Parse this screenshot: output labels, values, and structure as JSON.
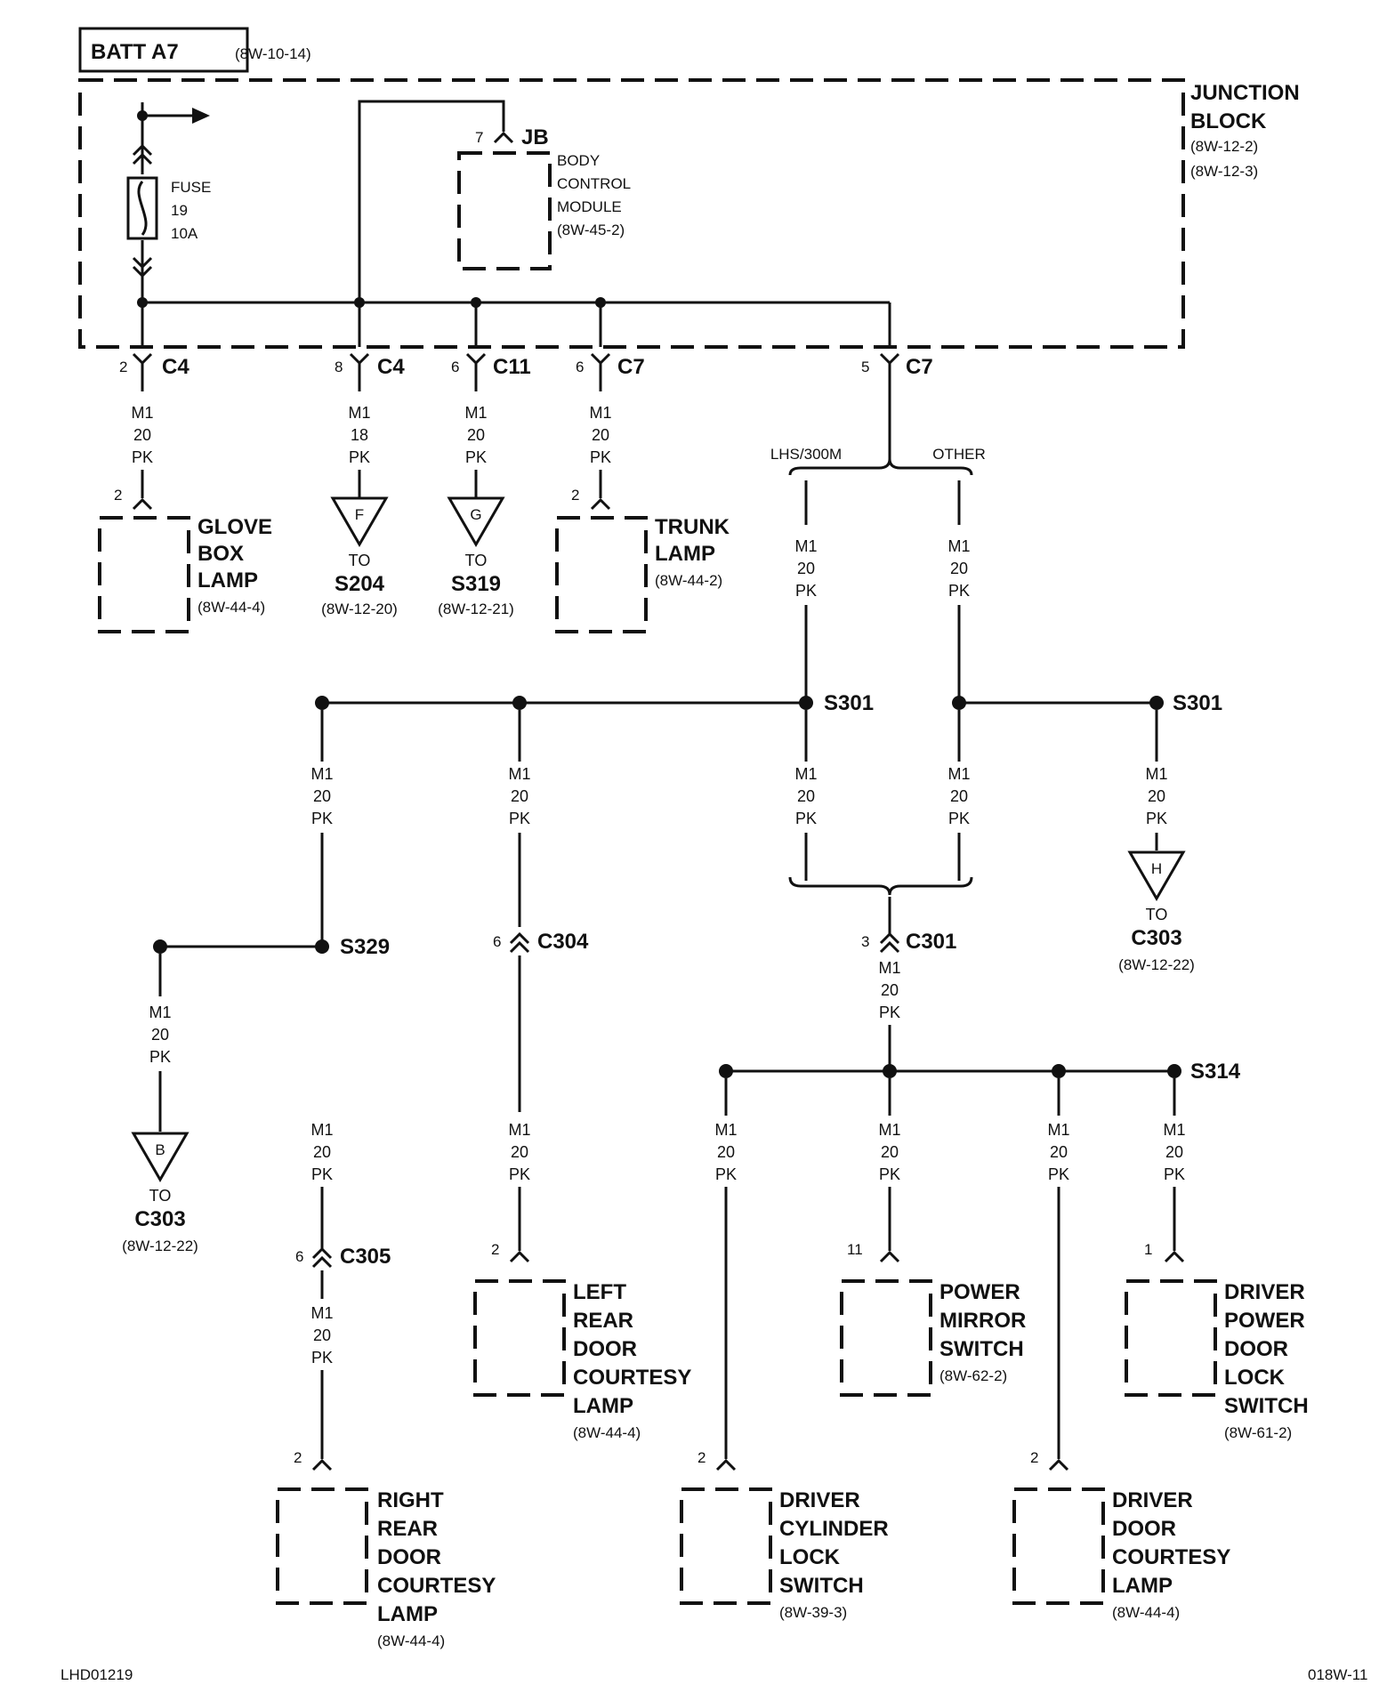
{
  "header": {
    "batt_label": "BATT A7",
    "batt_ref": "(8W-10-14)",
    "junction_block": [
      "JUNCTION",
      "BLOCK"
    ],
    "junction_refs": [
      "(8W-12-2)",
      "(8W-12-3)"
    ]
  },
  "fuse": {
    "lines": [
      "FUSE",
      "19",
      "10A"
    ]
  },
  "bcm": {
    "pin": "7",
    "conn": "JB",
    "lines": [
      "BODY",
      "CONTROL",
      "MODULE",
      "(8W-45-2)"
    ]
  },
  "connectors": {
    "c4a": {
      "pin": "2",
      "name": "C4"
    },
    "c4b": {
      "pin": "8",
      "name": "C4"
    },
    "c11": {
      "pin": "6",
      "name": "C11"
    },
    "c7a": {
      "pin": "6",
      "name": "C7"
    },
    "c7b": {
      "pin": "5",
      "name": "C7"
    },
    "c304": {
      "pin": "6",
      "name": "C304"
    },
    "c301": {
      "pin": "3",
      "name": "C301"
    },
    "c305": {
      "pin": "6",
      "name": "C305"
    }
  },
  "wire": {
    "circuit": "M1",
    "gauge": "20",
    "gauge18": "18",
    "color": "PK"
  },
  "branch": {
    "left": "LHS/300M",
    "right": "OTHER"
  },
  "splices": {
    "s301a": "S301",
    "s301b": "S301",
    "s329": "S329",
    "s314": "S314"
  },
  "offpage": {
    "f": {
      "letter": "F",
      "to": "TO",
      "dest": "S204",
      "ref": "(8W-12-20)"
    },
    "g": {
      "letter": "G",
      "to": "TO",
      "dest": "S319",
      "ref": "(8W-12-21)"
    },
    "h": {
      "letter": "H",
      "to": "TO",
      "dest": "C303",
      "ref": "(8W-12-22)"
    },
    "b": {
      "letter": "B",
      "to": "TO",
      "dest": "C303",
      "ref": "(8W-12-22)"
    }
  },
  "components": {
    "glove": {
      "pin": "2",
      "lines": [
        "GLOVE",
        "BOX",
        "LAMP"
      ],
      "ref": "(8W-44-4)"
    },
    "trunk": {
      "pin": "2",
      "lines": [
        "TRUNK",
        "LAMP"
      ],
      "ref": "(8W-44-2)"
    },
    "left_rear": {
      "pin": "2",
      "lines": [
        "LEFT",
        "REAR",
        "DOOR",
        "COURTESY",
        "LAMP"
      ],
      "ref": "(8W-44-4)"
    },
    "mirror": {
      "pin": "11",
      "lines": [
        "POWER",
        "MIRROR",
        "SWITCH"
      ],
      "ref": "(8W-62-2)"
    },
    "door_lock": {
      "pin": "1",
      "lines": [
        "DRIVER",
        "POWER",
        "DOOR",
        "LOCK",
        "SWITCH"
      ],
      "ref": "(8W-61-2)"
    },
    "right_rear": {
      "pin": "2",
      "lines": [
        "RIGHT",
        "REAR",
        "DOOR",
        "COURTESY",
        "LAMP"
      ],
      "ref": "(8W-44-4)"
    },
    "cylinder": {
      "pin": "2",
      "lines": [
        "DRIVER",
        "CYLINDER",
        "LOCK",
        "SWITCH"
      ],
      "ref": "(8W-39-3)"
    },
    "courtesy": {
      "pin": "2",
      "lines": [
        "DRIVER",
        "DOOR",
        "COURTESY",
        "LAMP"
      ],
      "ref": "(8W-44-4)"
    }
  },
  "footer": {
    "left": "LHD01219",
    "right": "018W-11"
  }
}
